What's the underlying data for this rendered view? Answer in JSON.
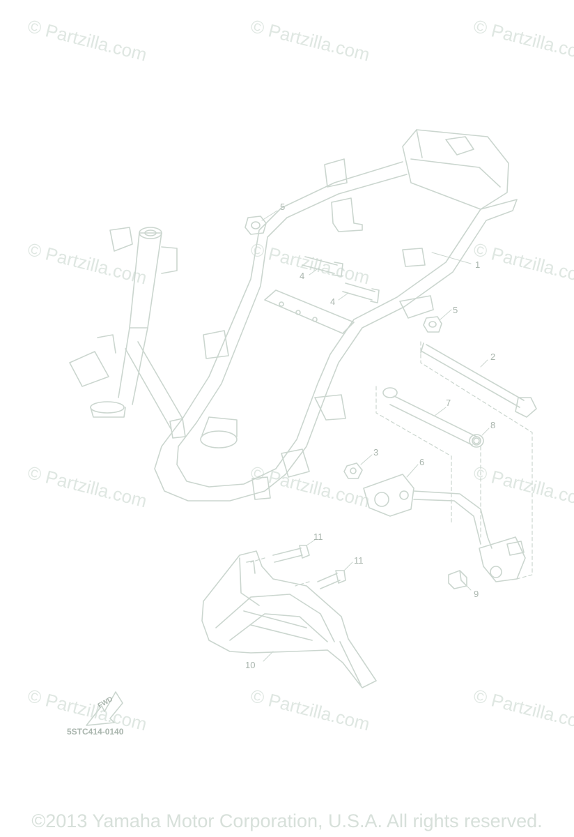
{
  "watermark": {
    "text": "© Partzilla.com",
    "color": "#dfe7e2"
  },
  "callouts": {
    "c1": "1",
    "c2": "2",
    "c3": "3",
    "c4a": "4",
    "c4b": "4",
    "c5a": "5",
    "c5b": "5",
    "c6": "6",
    "c7": "7",
    "c8": "8",
    "c9": "9",
    "c10": "10",
    "c11a": "11",
    "c11b": "11"
  },
  "fwd_label": "FWD",
  "reference_code": "5STC414-0140",
  "copyright": "©2013 Yamaha Motor Corporation, U.S.A. All rights reserved.",
  "colors": {
    "line": "#cbd6cf",
    "text": "#a9b5ad"
  }
}
